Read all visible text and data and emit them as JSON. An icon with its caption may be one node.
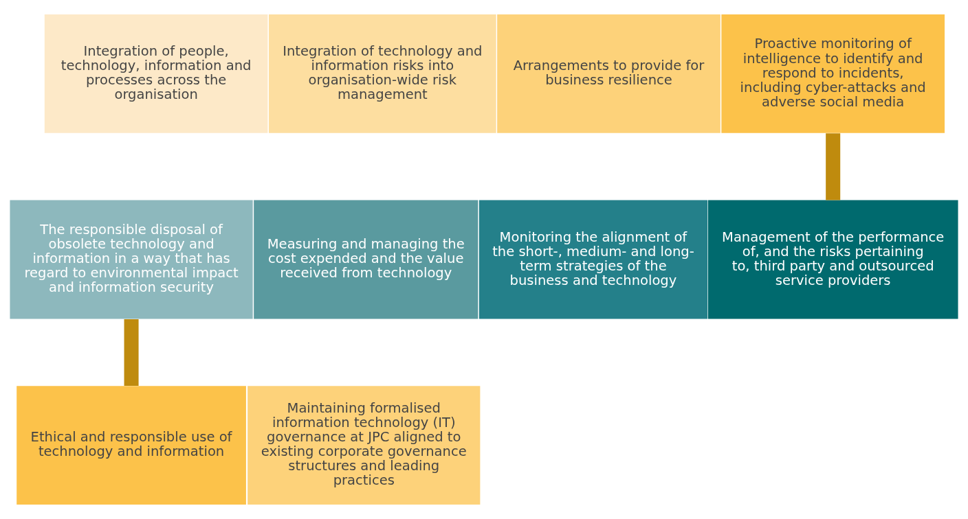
{
  "diagram": {
    "nodes": [
      {
        "text": [
          "Integration of people, technology, information and processes across the organisation"
        ]
      },
      {
        "text": [
          "Integration of technology and information risks into organisation-wide risk management"
        ]
      },
      {
        "text": [
          "Arrangements to provide for business resilience"
        ]
      },
      {
        "text": [
          "Proactive monitoring of intelligence to identify and respond to incidents, including cyber-attacks and adverse social media"
        ]
      },
      {
        "text": [
          "The responsible disposal of obsolete technology and information in a way that has regard to environmental impact and information security"
        ]
      },
      {
        "text": [
          "Measuring and managing the cost expended and the value received from technology"
        ]
      },
      {
        "text": [
          "Monitoring the alignment of the short-, medium- and long-term strategies of the business and technology"
        ]
      },
      {
        "text": [
          "Management of the performance of, and the risks pertaining to, third party and outsourced service providers"
        ]
      },
      {
        "text": [
          "Ethical and responsible use of technology and information"
        ]
      },
      {
        "text": [
          "Maintaining formalised information technology (IT) governance at JPC aligned to existing corporate governance structures and leading practices"
        ]
      }
    ],
    "edges": [
      {
        "from": 3,
        "to": 7,
        "arrow": "none"
      },
      {
        "from": 4,
        "to": 8,
        "arrow": "none"
      }
    ]
  }
}
